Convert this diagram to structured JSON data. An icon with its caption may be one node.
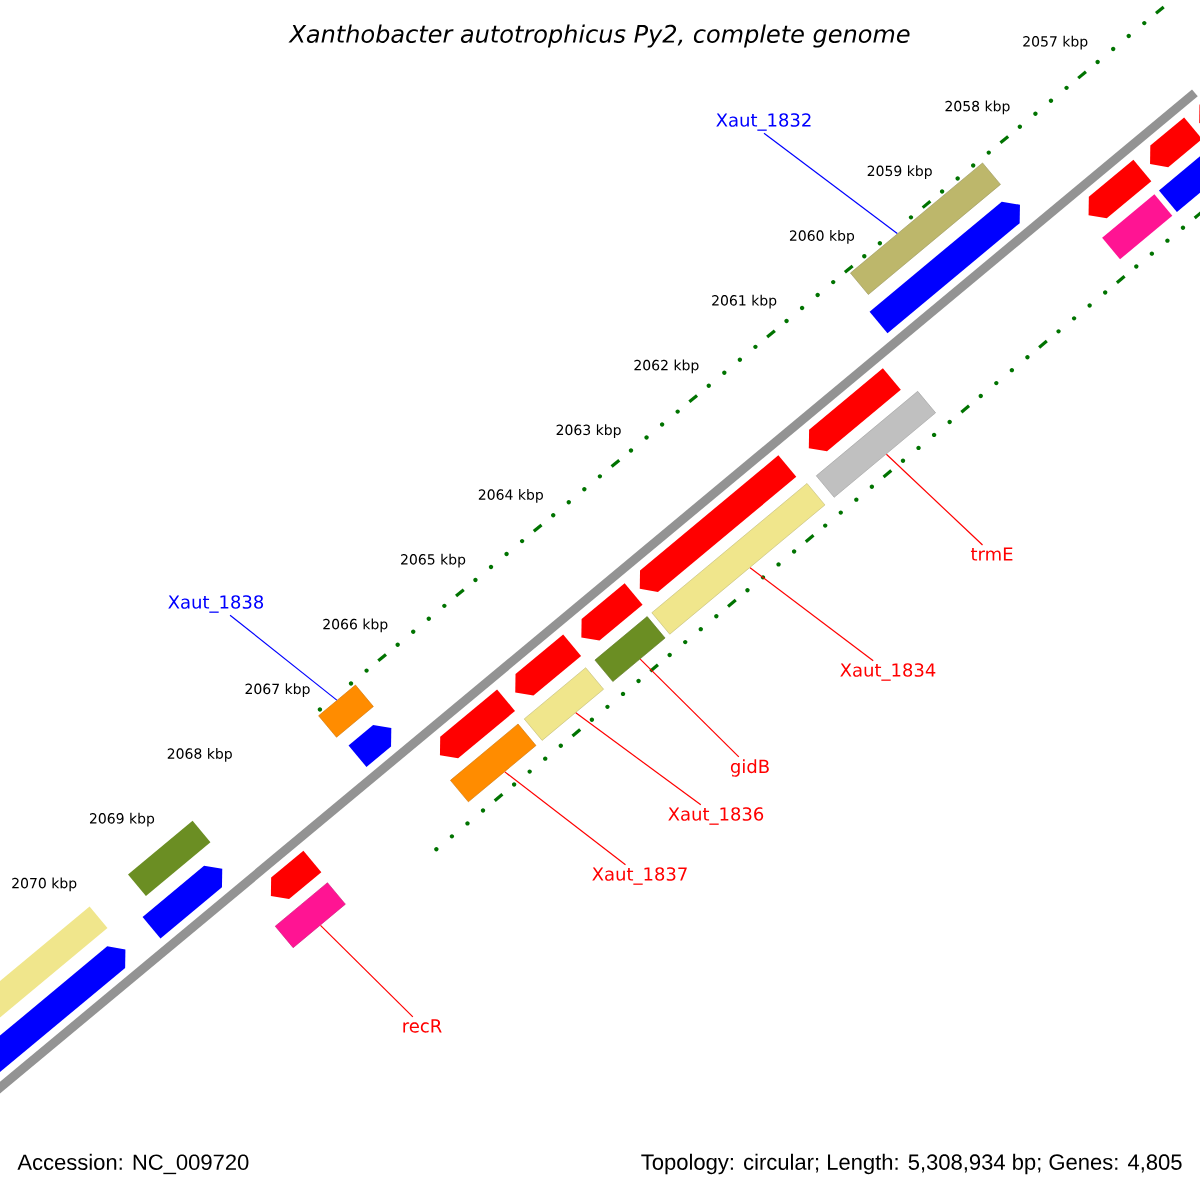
{
  "diagram": {
    "title": "Xanthobacter autotrophicus Py2, complete genome",
    "nodes": [
      {
        "text": [
          "Xaut_1832"
        ]
      },
      {
        "text": [],
        "shape": "bar"
      },
      {
        "text": [
          "Xaut_1838"
        ]
      },
      {
        "text": [],
        "shape": "bar"
      },
      {
        "text": [
          "trmE"
        ]
      },
      {
        "text": [],
        "shape": "bar"
      },
      {
        "text": [
          "Xaut_1834"
        ]
      },
      {
        "text": [],
        "shape": "bar"
      },
      {
        "text": [
          "gidB"
        ]
      },
      {
        "text": [],
        "shape": "bar"
      },
      {
        "text": [
          "Xaut_1836"
        ]
      },
      {
        "text": [],
        "shape": "bar"
      },
      {
        "text": [
          "Xaut_1837"
        ]
      },
      {
        "text": [],
        "shape": "bar"
      },
      {
        "text": [
          "recR"
        ]
      },
      {
        "text": [],
        "shape": "bar"
      }
    ],
    "edges": [
      {
        "from": 0,
        "to": 1,
        "arrow": "none",
        "color": "#0000ff"
      },
      {
        "from": 2,
        "to": 3,
        "arrow": "none",
        "color": "#0000ff"
      },
      {
        "from": 4,
        "to": 5,
        "arrow": "none"
      },
      {
        "from": 6,
        "to": 7,
        "arrow": "none"
      },
      {
        "from": 8,
        "to": 9,
        "arrow": "none"
      },
      {
        "from": 10,
        "to": 11,
        "arrow": "none"
      },
      {
        "from": 12,
        "to": 13,
        "arrow": "none"
      },
      {
        "from": 14,
        "to": 15,
        "arrow": "none"
      }
    ],
    "labels": [
      "2057 kbp",
      "2058 kbp",
      "2059 kbp",
      "2060 kbp",
      "2061 kbp",
      "2062 kbp",
      "2063 kbp",
      "2064 kbp",
      "2065 kbp",
      "2066 kbp",
      "2067 kbp",
      "2068 kbp",
      "2069 kbp",
      "2070 kbp",
      "Accession: NC_009720",
      "Topology: circular; Length: 5,308,934 bp; Genes: 4,805"
    ]
  }
}
